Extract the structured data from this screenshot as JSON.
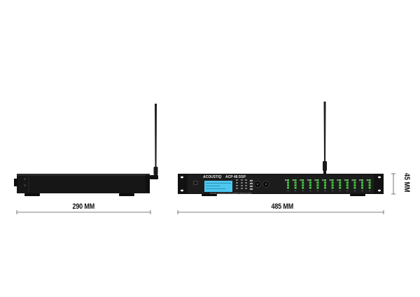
{
  "dimensions": {
    "depth_label": "290 MM",
    "width_label": "485 MM",
    "height_label": "45 MM"
  },
  "front_panel": {
    "brand": "ACOUSTIQ",
    "model": "ACP 48 DSP",
    "subtitle": "DIGITAL SPEAKER MANAGEMENT PROCESSOR"
  },
  "colors": {
    "chassis": "#161616",
    "panel": "#1c1c1c",
    "lcd": "#4ec7f0",
    "led_green": "#4cd14a",
    "dimension_line": "#555555"
  }
}
